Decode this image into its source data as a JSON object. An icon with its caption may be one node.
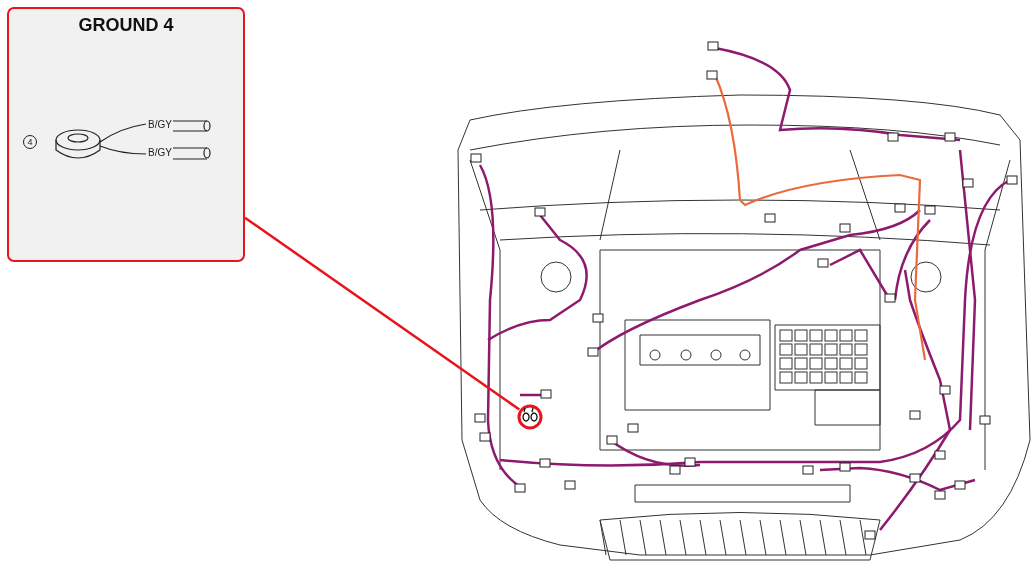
{
  "diagram": {
    "nodes": [
      {
        "text": [
          "GROUND 4"
        ]
      },
      {
        "text": [],
        "shape": "circle"
      }
    ],
    "edges": [
      {
        "from": 0,
        "to": 1,
        "arrow": "none",
        "color": "#e8141b"
      }
    ],
    "labels": [
      "4",
      "B/GY",
      "B/GY"
    ]
  }
}
